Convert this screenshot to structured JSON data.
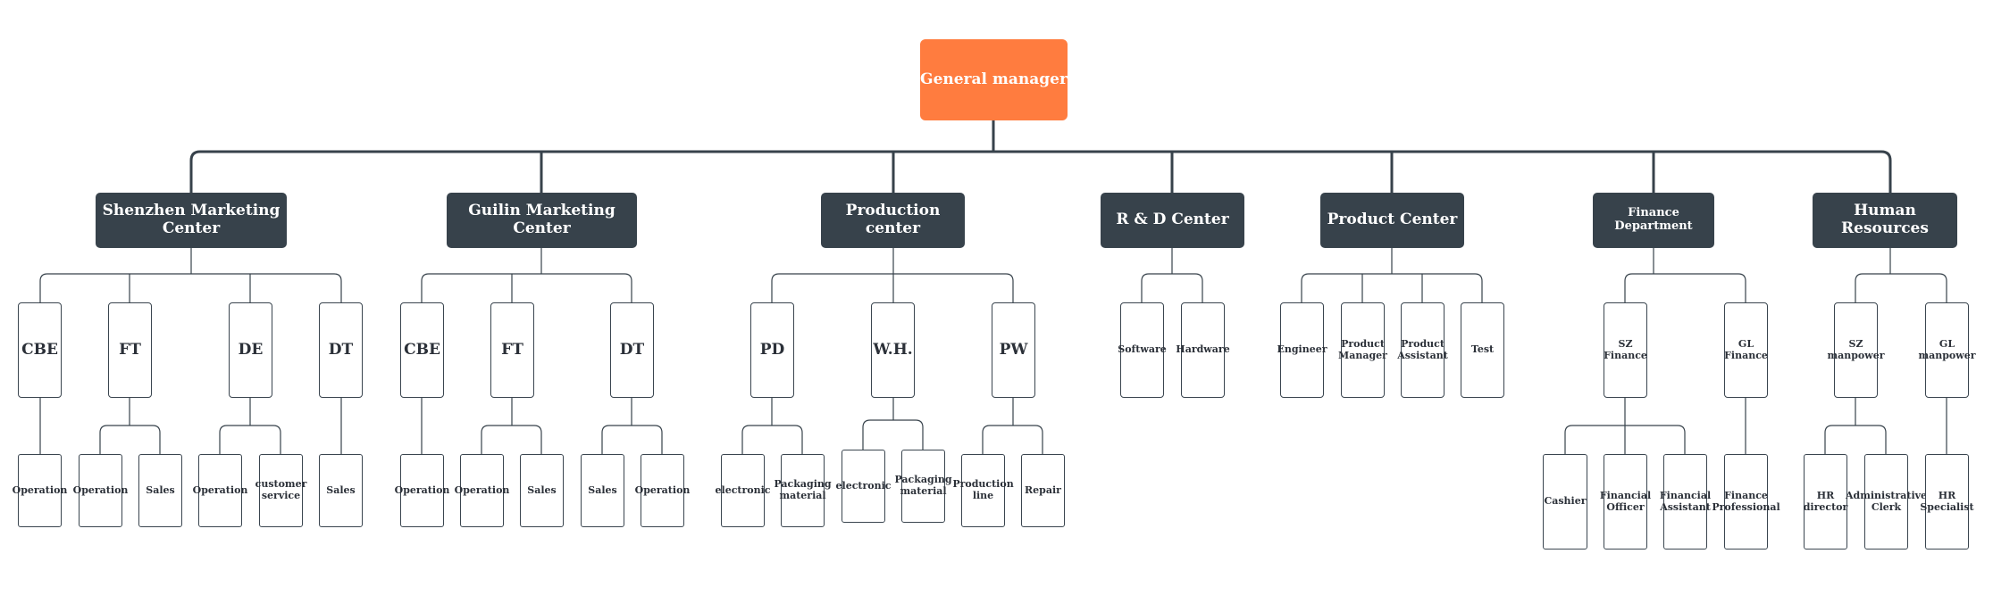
{
  "root": "General manager",
  "departments": [
    {
      "key": "shenzhen",
      "label": "Shenzhen Marketing\nCenter"
    },
    {
      "key": "guilin",
      "label": "Guilin Marketing Center"
    },
    {
      "key": "production",
      "label": "Production center"
    },
    {
      "key": "rd",
      "label": "R & D Center"
    },
    {
      "key": "product",
      "label": "Product Center"
    },
    {
      "key": "finance",
      "label": "Finance Department"
    },
    {
      "key": "hr",
      "label": "Human Resources"
    }
  ],
  "units": {
    "shenzhen": [
      "CBE",
      "FT",
      "DE",
      "DT"
    ],
    "guilin": [
      "CBE",
      "FT",
      "DT"
    ],
    "production": [
      "PD",
      "W.H.",
      "PW"
    ],
    "rd": [
      "Software",
      "Hardware"
    ],
    "product": [
      "Engineer",
      "Product\nManager",
      "Product\nAssistant",
      "Test"
    ],
    "finance": [
      "SZ\nFinance",
      "GL\nFinance"
    ],
    "hr": [
      "SZ\nmanpower",
      "GL\nmanpower"
    ]
  },
  "sub_units": {
    "shenzhen_cbe": [
      "Operation"
    ],
    "shenzhen_ft": [
      "Operation",
      "Sales"
    ],
    "shenzhen_de": [
      "Operation",
      "customer\nservice"
    ],
    "shenzhen_dt": [
      "Sales"
    ],
    "guilin_cbe": [
      "Operation"
    ],
    "guilin_ft": [
      "Operation",
      "Sales"
    ],
    "guilin_dt": [
      "Sales",
      "Operation"
    ],
    "production_pd": [
      "electronic",
      "Packaging\nmaterial"
    ],
    "production_wh": [
      "electronic",
      "Packaging\nmaterial"
    ],
    "production_pw": [
      "Production\nline",
      "Repair"
    ],
    "finance_sz": [
      "Cashier",
      "Financial\nOfficer",
      "Financial\nAssistant"
    ],
    "finance_gl": [
      "Finance\nProfessional"
    ],
    "hr_sz": [
      "HR\ndirector",
      "Administrative\nClerk"
    ],
    "hr_gl": [
      "HR\nSpecialist"
    ]
  },
  "colors": {
    "root_fill": "#ff7c3f",
    "dept_fill": "#37424b",
    "line": "#37424b",
    "box_border": "#3a454f"
  }
}
